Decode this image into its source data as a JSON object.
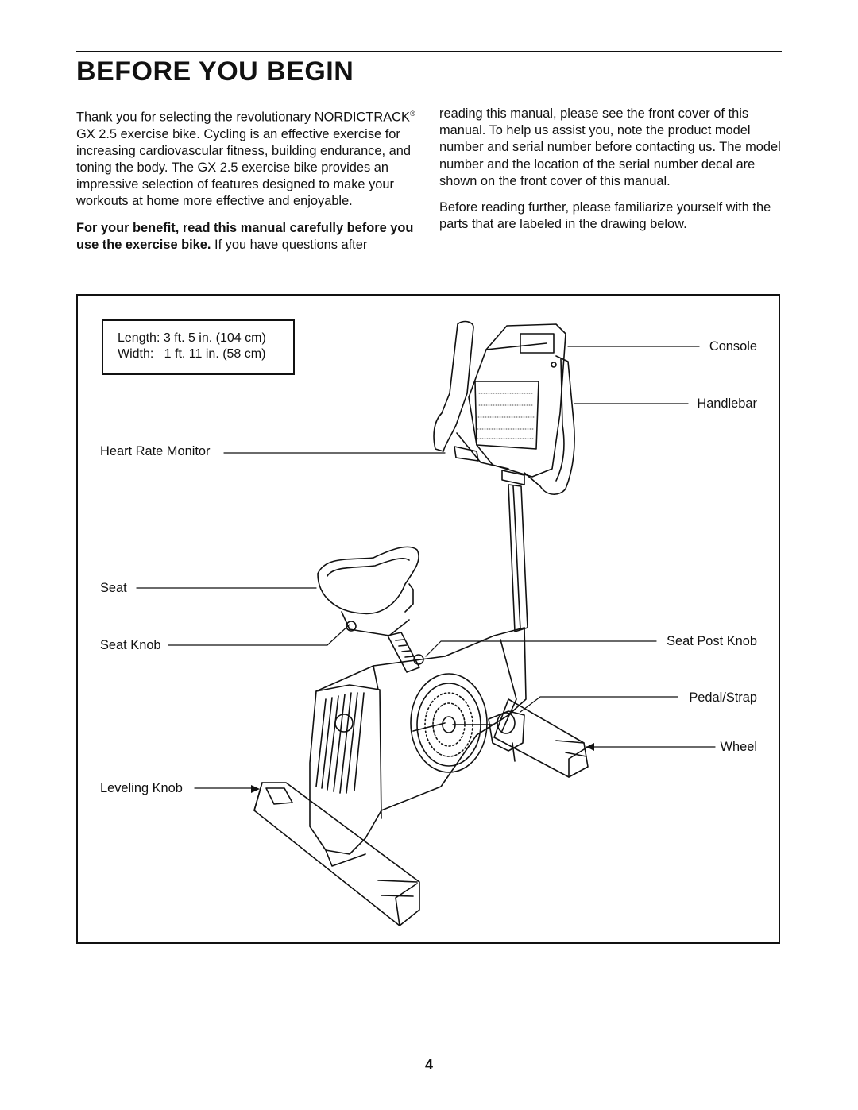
{
  "page": {
    "title": "BEFORE YOU BEGIN",
    "page_number": "4"
  },
  "intro": {
    "left_paragraph_1": "Thank you for selecting the revolutionary NORDICTRACK",
    "left_paragraph_1_mark": "®",
    "left_paragraph_1_rest": " GX 2.5 exercise bike. Cycling is an effective exercise for increasing cardiovascular fitness, building endurance, and toning the body. The GX 2.5 exercise bike provides an impressive selection of fea­tures designed to make your workouts at home more effective and enjoyable.",
    "left_paragraph_2_bold": "For your benefit, read this manual carefully before you use the exercise bike.",
    "left_paragraph_2_rest": " If you have questions after",
    "right_paragraph_1": "reading this manual, please see the front cover of this manual. To help us assist you, note the product model number and serial number before contacting us. The model number and the location of the serial number decal are shown on the front cover of this manual.",
    "right_paragraph_2": "Before reading further, please familiarize yourself with the parts that are labeled in the drawing below."
  },
  "dimensions": {
    "length": "Length: 3 ft. 5 in. (104 cm)",
    "width": "Width:   1 ft. 11 in. (58 cm)"
  },
  "labels": {
    "console": "Console",
    "handlebar": "Handlebar",
    "heart_rate_monitor": "Heart Rate Monitor",
    "seat": "Seat",
    "seat_knob": "Seat Knob",
    "seat_post_knob": "Seat Post Knob",
    "pedal_strap": "Pedal/Strap",
    "wheel": "Wheel",
    "leveling_knob": "Leveling Knob"
  }
}
